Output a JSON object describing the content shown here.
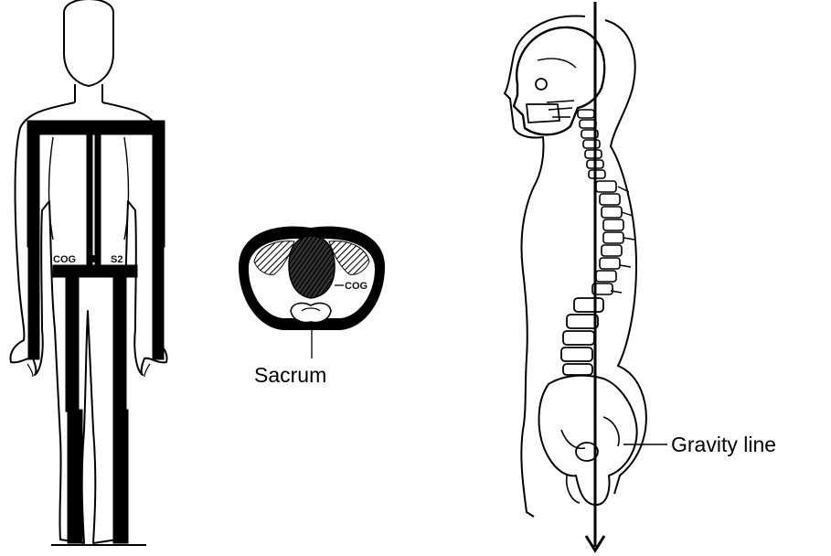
{
  "figures": {
    "front_view": {
      "cog_label": "COG",
      "s2_label": "S2"
    },
    "cross_section": {
      "cog_label": "COG",
      "sacrum_label": "Sacrum"
    },
    "side_view": {
      "gravity_label": "Gravity line"
    }
  },
  "colors": {
    "ink": "#000000",
    "background": "#ffffff"
  }
}
